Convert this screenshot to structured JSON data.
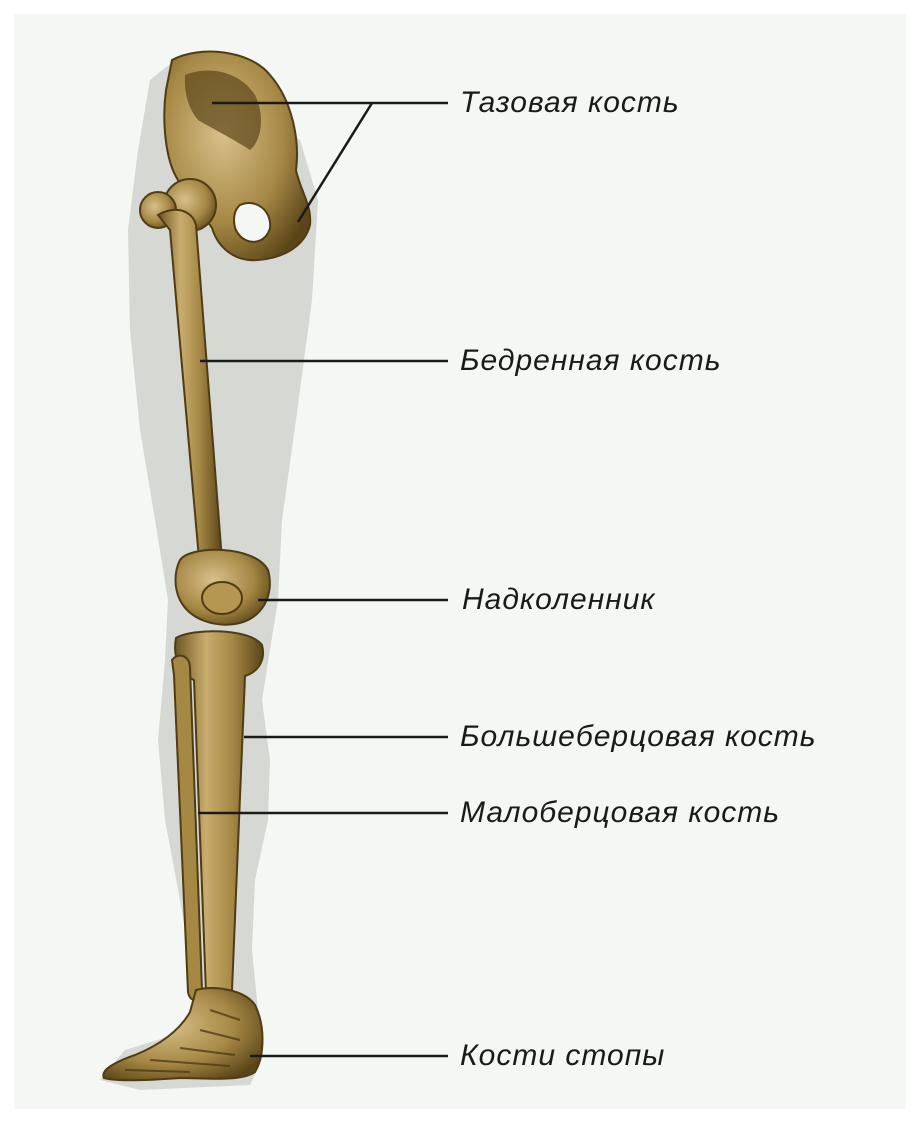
{
  "diagram": {
    "labels": [
      {
        "id": "pelvis",
        "text": "Тазовая кость"
      },
      {
        "id": "femur",
        "text": "Бедренная кость"
      },
      {
        "id": "patella",
        "text": "Надколенник"
      },
      {
        "id": "tibia",
        "text": "Большеберцовая кость"
      },
      {
        "id": "fibula",
        "text": "Малоберцовая кость"
      },
      {
        "id": "foot",
        "text": "Кости стопы"
      }
    ]
  },
  "colors": {
    "background": "#f4f7f3",
    "leg_silhouette": "#d6d8d3",
    "bone_light": "#c9ad6e",
    "bone_dark": "#6e5521",
    "leader_line": "#1a1a1a"
  }
}
